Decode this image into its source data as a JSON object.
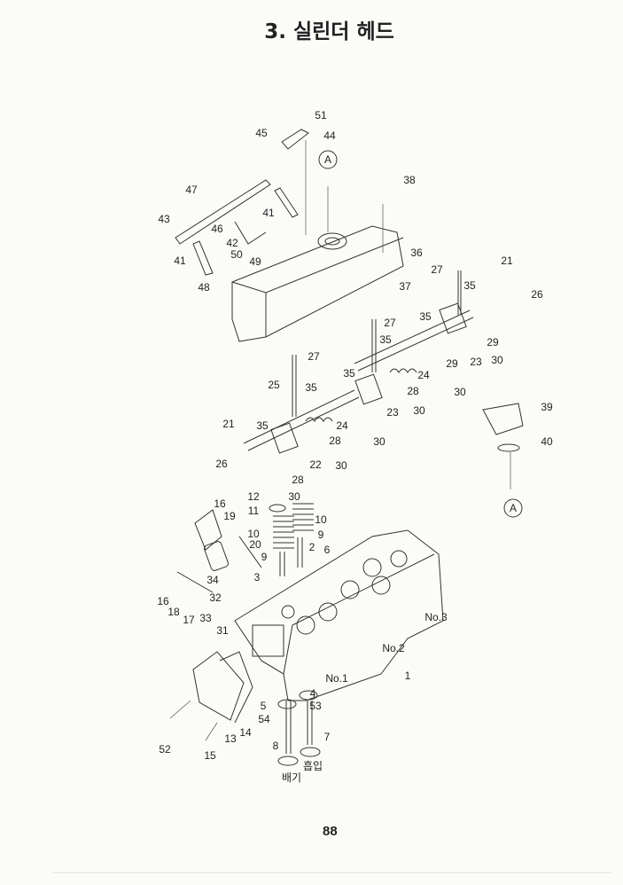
{
  "page": {
    "title": "3. 실린더 헤드",
    "page_number": "88"
  },
  "callouts": [
    "51",
    "44",
    "45",
    "A",
    "38",
    "47",
    "43",
    "41",
    "46",
    "42",
    "50",
    "49",
    "41",
    "48",
    "36",
    "37",
    "27",
    "21",
    "35",
    "26",
    "27",
    "35",
    "35",
    "29",
    "23",
    "30",
    "29",
    "24",
    "30",
    "27",
    "35",
    "28",
    "25",
    "35",
    "23",
    "30",
    "24",
    "28",
    "35",
    "21",
    "30",
    "22",
    "30",
    "26",
    "28",
    "39",
    "40",
    "A",
    "12",
    "30",
    "11",
    "10",
    "16",
    "19",
    "10",
    "9",
    "20",
    "2",
    "6",
    "9",
    "3",
    "34",
    "32",
    "16",
    "18",
    "17",
    "33",
    "31",
    "No.3",
    "No.2",
    "1",
    "No.1",
    "4",
    "5",
    "53",
    "54",
    "7",
    "13",
    "14",
    "8",
    "52",
    "15",
    "흡입",
    "배기"
  ]
}
